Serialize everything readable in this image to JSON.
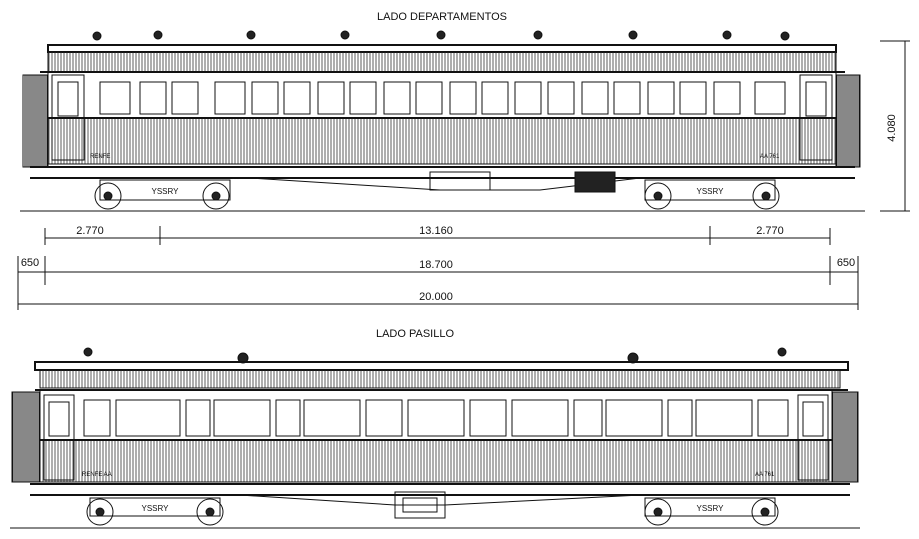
{
  "titles": {
    "top": "LADO DEPARTAMENTOS",
    "bottom": "LADO PASILLO"
  },
  "dimensions": {
    "overhang_left": "2.770",
    "bogie_centres": "13.160",
    "overhang_right": "2.770",
    "end_left": "650",
    "body_length": "18.700",
    "end_right": "650",
    "total_length": "20.000",
    "height": "4.080"
  },
  "markings": {
    "top_left": "RENFE",
    "top_right": "AA 761",
    "bottom_left": "RENFE AA",
    "bottom_right": "AA 761"
  },
  "bogie_plate": "YSSRY"
}
